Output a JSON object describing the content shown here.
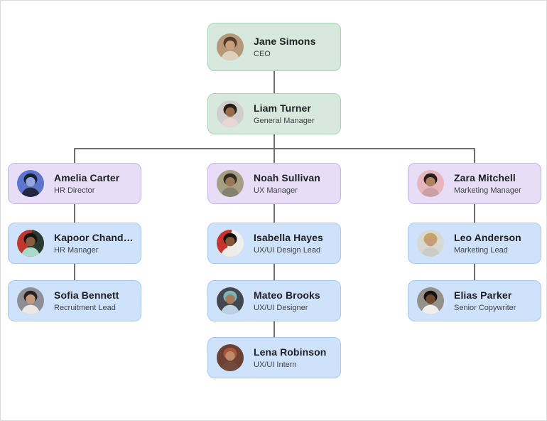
{
  "canvas": {
    "background": "#ffffff",
    "frame_border": "#dcdcdc",
    "connector_color": "#6e6e6e"
  },
  "card_styles": {
    "executive": {
      "fill": "#d6e9dc",
      "border": "#a8d4b8"
    },
    "manager": {
      "fill": "#e7ddf7",
      "border": "#c6b4ea"
    },
    "staff": {
      "fill": "#cfe2fb",
      "border": "#a6c8f3"
    }
  },
  "people": [
    {
      "name": "Jane Simons",
      "role": "CEO",
      "tier": "executive",
      "avatar": {
        "bg": "#b59878",
        "skin": "#c9a07e",
        "hair": "#55392b",
        "shirt": "#ddd0bc"
      }
    },
    {
      "name": "Liam Turner",
      "role": "General Manager",
      "tier": "executive",
      "avatar": {
        "bg": "#d0cfcd",
        "skin": "#9a6a4c",
        "hair": "#262019",
        "shirt": "#e6d7d2"
      }
    },
    {
      "name": "Amelia Carter",
      "role": "HR Director",
      "tier": "manager",
      "avatar": {
        "bg": "#5d76cd",
        "skin": "#93a7e0",
        "hair": "#1a2134",
        "shirt": "#232840"
      }
    },
    {
      "name": "Noah Sullivan",
      "role": "UX Manager",
      "tier": "manager",
      "avatar": {
        "bg": "#a69f83",
        "skin": "#9a7757",
        "hair": "#332a22",
        "shirt": "#84816f"
      }
    },
    {
      "name": "Zara Mitchell",
      "role": "Marketing Manager",
      "tier": "manager",
      "avatar": {
        "bg": "#e7b6bd",
        "skin": "#b18261",
        "hair": "#241f1e",
        "shirt": "#caa0a6"
      }
    },
    {
      "name": "Kapoor Chandra...",
      "role": "HR Manager",
      "tier": "staff",
      "avatar": {
        "bg": "#c03730",
        "bg2": "#2b3a31",
        "skin": "#8a5d40",
        "hair": "#171310",
        "shirt": "#a8d8c6"
      }
    },
    {
      "name": "Isabella Hayes",
      "role": "UX/UI Design Lead",
      "tier": "staff",
      "avatar": {
        "bg": "#c8332c",
        "bg2": "#f1efeb",
        "skin": "#875737",
        "hair": "#141010",
        "shirt": "#eeebe6"
      }
    },
    {
      "name": "Leo Anderson",
      "role": "Marketing Lead",
      "tier": "staff",
      "avatar": {
        "bg": "#d9d7d1",
        "skin": "#c69c7b",
        "hair": "#c7a361",
        "shirt": "#ccccc6"
      }
    },
    {
      "name": "Sofia Bennett",
      "role": "Recruitment Lead",
      "tier": "staff",
      "avatar": {
        "bg": "#8e8f96",
        "skin": "#c49a7e",
        "hair": "#29231f",
        "shirt": "#ebe8e4"
      }
    },
    {
      "name": "Mateo Brooks",
      "role": "UX/UI Designer",
      "tier": "staff",
      "avatar": {
        "bg": "#42484d",
        "skin": "#a57a5a",
        "hair": "#79b6bb",
        "shirt": "#bad1e3"
      }
    },
    {
      "name": "Elias Parker",
      "role": "Senior Copywriter",
      "tier": "staff",
      "avatar": {
        "bg": "#94908b",
        "skin": "#6e4930",
        "hair": "#15120f",
        "shirt": "#efeeec"
      }
    },
    {
      "name": "Lena Robinson",
      "role": "UX/UI Intern",
      "tier": "staff",
      "avatar": {
        "bg": "#6b4134",
        "skin": "#c08a69",
        "hair": "#a9553a",
        "shirt": "#714a3c"
      }
    }
  ]
}
